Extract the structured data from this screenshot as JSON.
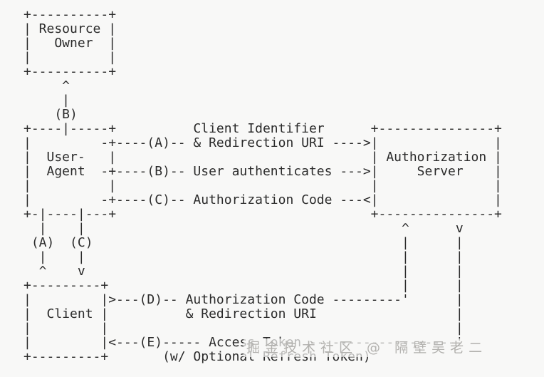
{
  "page": {
    "background_color": "#f8f8f7",
    "text_color": "#2b2b2b"
  },
  "diagram": {
    "type": "ascii-art-flow",
    "boxes": [
      "Resource Owner",
      "User-Agent",
      "Authorization Server",
      "Client"
    ],
    "flows": [
      {
        "step": "(A)",
        "label": "Client Identifier & Redirection URI"
      },
      {
        "step": "(B)",
        "label": "User authenticates"
      },
      {
        "step": "(C)",
        "label": "Authorization Code"
      },
      {
        "step": "(D)",
        "label": "Authorization Code & Redirection URI"
      },
      {
        "step": "(E)",
        "label": "Access Token (w/ Optional Refresh Token)"
      }
    ],
    "lines": [
      "+----------+",
      "| Resource |",
      "|   Owner  |",
      "|          |",
      "+----------+",
      "     ^",
      "     |",
      "    (B)",
      "+----|-----+          Client Identifier      +---------------+",
      "|         -+----(A)-- & Redirection URI ---->|               |",
      "|  User-   |                                 | Authorization |",
      "|  Agent  -+----(B)-- User authenticates --->|     Server    |",
      "|          |                                 |               |",
      "|         -+----(C)-- Authorization Code ---<|               |",
      "+-|----|---+                                 +---------------+",
      "  |    |                                         ^      v",
      " (A)  (C)                                        |      |",
      "  |    |                                         |      |",
      "  ^    v                                         |      |",
      "+---------+                                      |      |",
      "|         |>---(D)-- Authorization Code ---------'      |",
      "|  Client |          & Redirection URI                  |",
      "|         |                                             |",
      "|         |<---(E)----- Access Token -------------------'",
      "+---------+       (w/ Optional Refresh Token)"
    ]
  },
  "watermark": {
    "text": "掘金技术社区 @ 隔壁吴老二",
    "color": "#b2b1ae"
  }
}
